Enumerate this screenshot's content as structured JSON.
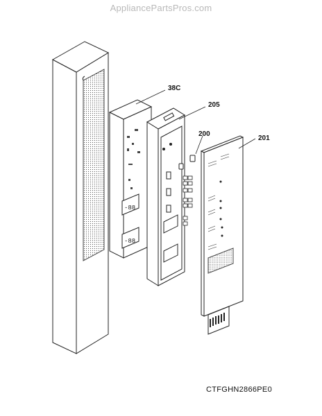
{
  "watermark": "AppliancePartsPros.com",
  "callouts": [
    {
      "id": "38C",
      "label": "38C"
    },
    {
      "id": "205",
      "label": "205"
    },
    {
      "id": "200",
      "label": "200"
    },
    {
      "id": "201",
      "label": "201"
    }
  ],
  "diagram_code": "CTFGHN2866PE0",
  "displays": [
    "-88",
    "-88"
  ]
}
